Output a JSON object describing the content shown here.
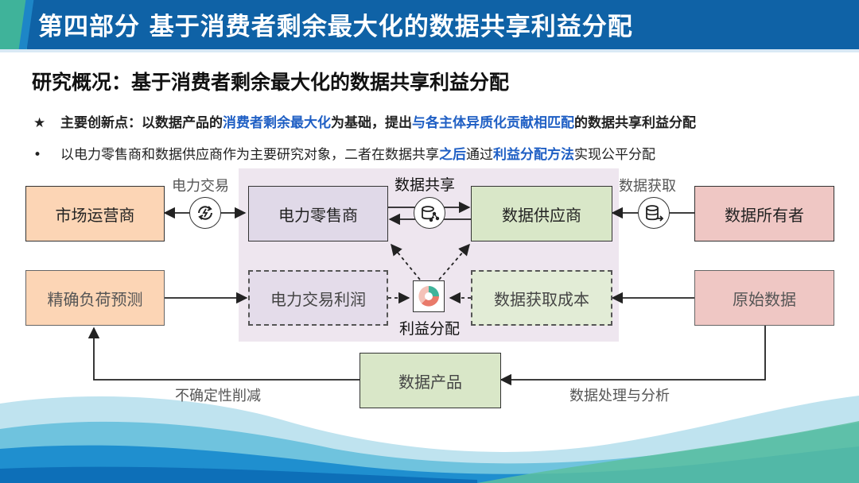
{
  "header": {
    "title": "第四部分  基于消费者剩余最大化的数据共享利益分配"
  },
  "subtitle": "研究概况：基于消费者剩余最大化的数据共享利益分配",
  "bullets": [
    {
      "mark": "★",
      "parts": [
        "主要创新点：以数据产品的",
        "消费者剩余最大化",
        "为基础，提出",
        "与各主体异质化贡献相匹配",
        "的数据共享利益分配"
      ]
    },
    {
      "mark": "•",
      "parts": [
        "以电力零售商和数据供应商作为主要研究对象，二者在数据共享",
        "之后",
        "通过",
        "利益分配方法",
        "实现公平分配"
      ]
    }
  ],
  "diagram": {
    "boxes": {
      "market_operator": "市场运营商",
      "power_retailer": "电力零售商",
      "data_supplier": "数据供应商",
      "data_owner": "数据所有者",
      "load_forecast": "精确负荷预测",
      "trading_profit": "电力交易利润",
      "acquisition_cost": "数据获取成本",
      "raw_data": "原始数据",
      "data_product": "数据产品"
    },
    "labels": {
      "power_trading": "电力交易",
      "data_sharing": "数据共享",
      "data_acquisition": "数据获取",
      "benefit_allocation": "利益分配",
      "uncertainty_reduction": "不确定性削减",
      "data_processing": "数据处理与分析"
    },
    "icons": [
      "exchange-icon",
      "share-icon",
      "database-icon",
      "pie-chart-icon"
    ]
  },
  "colors": {
    "header_blue": "#0f62a6",
    "accent_green": "#3fb39a",
    "highlight_blue": "#1f5fc4",
    "orange_fill": "#fcd5b5",
    "purple_fill": "#e0d9e8",
    "green_fill": "#d9e7c8",
    "red_fill": "#efc7c4",
    "shade": "#eee6ef"
  }
}
